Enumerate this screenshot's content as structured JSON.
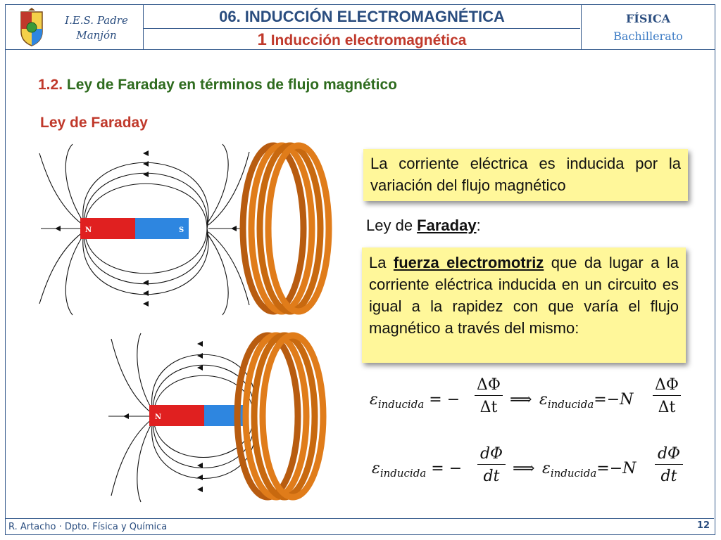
{
  "header": {
    "school": "I.E.S. Padre Manjón",
    "unit": "06. INDUCCIÓN ELECTROMAGNÉTICA",
    "section_number": "1",
    "section": "Inducción electromagnética",
    "subject": "FÍSICA",
    "level": "Bachillerato"
  },
  "content": {
    "subsection_number": "1.2.",
    "subsection_title": "Ley de Faraday en términos de flujo magnético",
    "topic": "Ley de Faraday",
    "note1": "La corriente eléctrica es inducida por la variación del flujo magnético",
    "law_prefix": "Ley de ",
    "law_name": "Faraday",
    "law_suffix": ":",
    "note2_a": "La ",
    "note2_bold": "fuerza electromotriz",
    "note2_b": " que da lugar a la corriente eléctrica inducida en un circuito es igual a la rapidez con que varía el flujo magnético a través del mismo:"
  },
  "figures": {
    "magnet_north": "N",
    "magnet_south": "S",
    "colors": {
      "north": "#e02020",
      "south": "#2e86e0",
      "coil": "#e07c1a",
      "field_lines": "#111111"
    }
  },
  "equations": {
    "epsilon": "ε",
    "subscript": "inducida",
    "eq_sign": "=",
    "minus": "−",
    "N": "N",
    "implies": "⟹",
    "delta_num": "ΔΦ",
    "delta_den": "Δt",
    "diff_num": "dΦ",
    "diff_den": "dt"
  },
  "footer": {
    "author": "R. Artacho · Dpto. Física y Química",
    "page": "12"
  }
}
